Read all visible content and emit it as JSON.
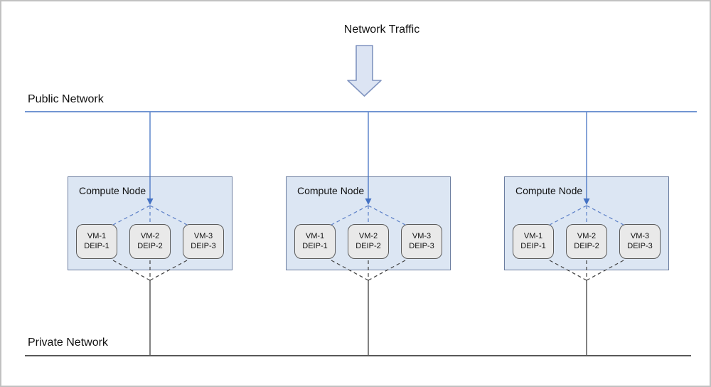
{
  "header": {
    "title": "Network Traffic"
  },
  "public_network": {
    "label": "Public Network"
  },
  "private_network": {
    "label": "Private Network"
  },
  "compute_nodes": [
    {
      "title": "Compute Node",
      "vms": [
        {
          "name": "VM-1",
          "deip": "DEIP-1"
        },
        {
          "name": "VM-2",
          "deip": "DEIP-2"
        },
        {
          "name": "VM-3",
          "deip": "DEIP-3"
        }
      ]
    },
    {
      "title": "Compute Node",
      "vms": [
        {
          "name": "VM-1",
          "deip": "DEIP-1"
        },
        {
          "name": "VM-2",
          "deip": "DEIP-2"
        },
        {
          "name": "VM-3",
          "deip": "DEIP-3"
        }
      ]
    },
    {
      "title": "Compute Node",
      "vms": [
        {
          "name": "VM-1",
          "deip": "DEIP-1"
        },
        {
          "name": "VM-2",
          "deip": "DEIP-2"
        },
        {
          "name": "VM-3",
          "deip": "DEIP-3"
        }
      ]
    }
  ],
  "icons": {
    "traffic_arrow": "down-arrow-icon"
  },
  "colors": {
    "public_network_line": "#4472c4",
    "private_network_line": "#404040",
    "blue_dashed_link": "#5b7fc7",
    "black_dashed_link": "#3f3f3f",
    "node_fill": "#dce6f3",
    "node_border": "#6b7da0",
    "vm_fill": "#e9e9e9",
    "vm_border": "#5a5a5a",
    "arrow_fill": "#dce4f3",
    "arrow_border": "#8094c0",
    "frame_border": "#c1c1c1"
  }
}
